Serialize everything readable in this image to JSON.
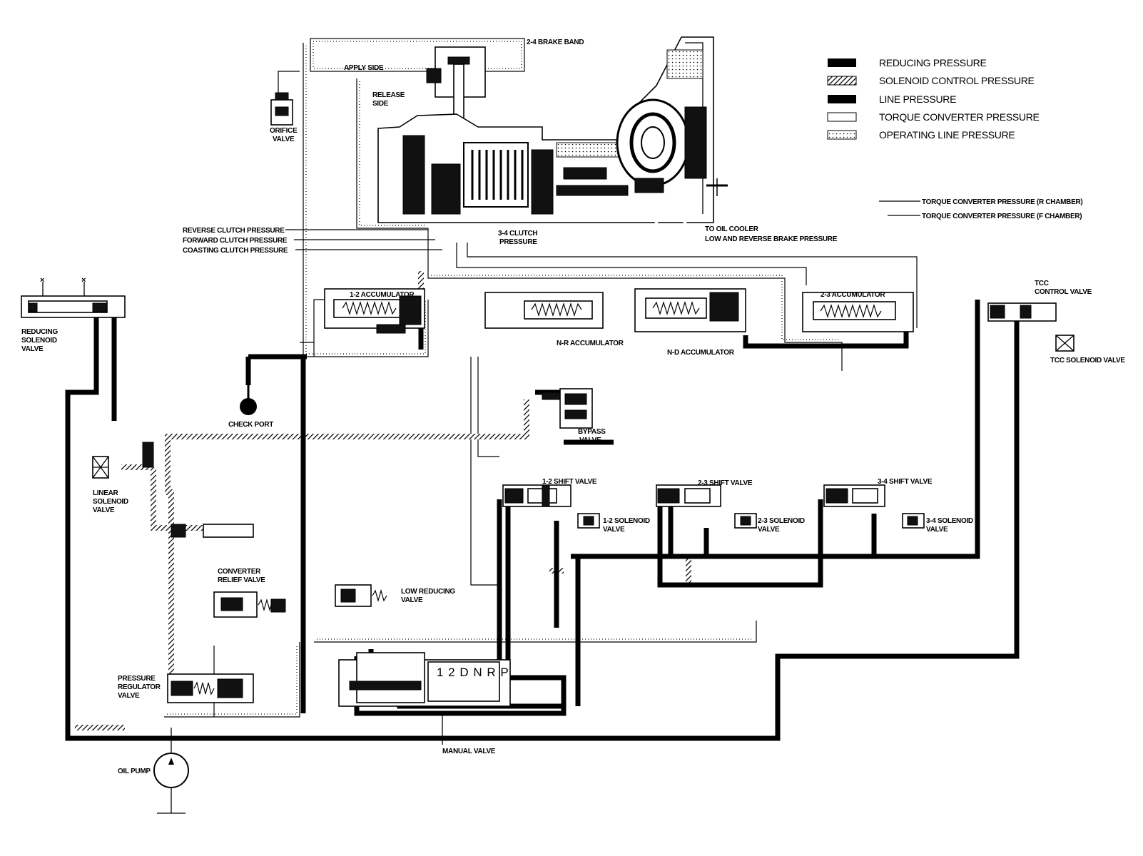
{
  "legend": {
    "items": [
      {
        "label": "REDUCING PRESSURE",
        "pattern": "solid-black"
      },
      {
        "label": "SOLENOID CONTROL PRESSURE",
        "pattern": "hatched"
      },
      {
        "label": "LINE PRESSURE",
        "pattern": "solid-black"
      },
      {
        "label": "TORQUE CONVERTER PRESSURE",
        "pattern": "outline"
      },
      {
        "label": "OPERATING LINE PRESSURE",
        "pattern": "dotted"
      }
    ]
  },
  "labels": {
    "brake_band": "2-4 BRAKE BAND",
    "apply_side": "APPLY SIDE",
    "release_side_1": "RELEASE",
    "release_side_2": "SIDE",
    "orifice_valve_1": "ORIFICE",
    "orifice_valve_2": "VALVE",
    "tc_pressure_r": "TORQUE CONVERTER PRESSURE (R CHAMBER)",
    "tc_pressure_f": "TORQUE CONVERTER PRESSURE (F CHAMBER)",
    "reverse_clutch": "REVERSE CLUTCH PRESSURE",
    "forward_clutch": "FORWARD CLUTCH PRESSURE",
    "coasting_clutch": "COASTING CLUTCH PRESSURE",
    "clutch_34_1": "3-4 CLUTCH",
    "clutch_34_2": "PRESSURE",
    "oil_cooler": "TO OIL COOLER",
    "low_reverse_brake": "LOW AND REVERSE BRAKE PRESSURE",
    "acc_12": "1-2 ACCUMULATOR",
    "acc_nr": "N-R ACCUMULATOR",
    "acc_nd": "N-D ACCUMULATOR",
    "acc_23": "2-3 ACCUMULATOR",
    "tcc_control_1": "TCC",
    "tcc_control_2": "CONTROL VALVE",
    "tcc_solenoid": "TCC SOLENOID VALVE",
    "reducing_solenoid_1": "REDUCING",
    "reducing_solenoid_2": "SOLENOID",
    "reducing_solenoid_3": "VALVE",
    "check_port": "CHECK PORT",
    "bypass_1": "BYPASS",
    "bypass_2": "VALVE",
    "linear_solenoid_1": "LINEAR",
    "linear_solenoid_2": "SOLENOID",
    "linear_solenoid_3": "VALVE",
    "shift_12": "1-2 SHIFT VALVE",
    "shift_23": "2-3 SHIFT VALVE",
    "shift_34": "3-4 SHIFT VALVE",
    "sol_12_1": "1-2 SOLENOID",
    "sol_12_2": "VALVE",
    "sol_23_1": "2-3 SOLENOID",
    "sol_23_2": "VALVE",
    "sol_34_1": "3-4 SOLENOID",
    "sol_34_2": "VALVE",
    "converter_relief_1": "CONVERTER",
    "converter_relief_2": "RELIEF VALVE",
    "low_reducing_1": "LOW REDUCING",
    "low_reducing_2": "VALVE",
    "pressure_regulator_1": "PRESSURE",
    "pressure_regulator_2": "REGULATOR",
    "pressure_regulator_3": "VALVE",
    "selector": "1 2 D N R P",
    "manual_valve": "MANUAL VALVE",
    "oil_pump": "OIL PUMP",
    "x_mark": "×"
  }
}
